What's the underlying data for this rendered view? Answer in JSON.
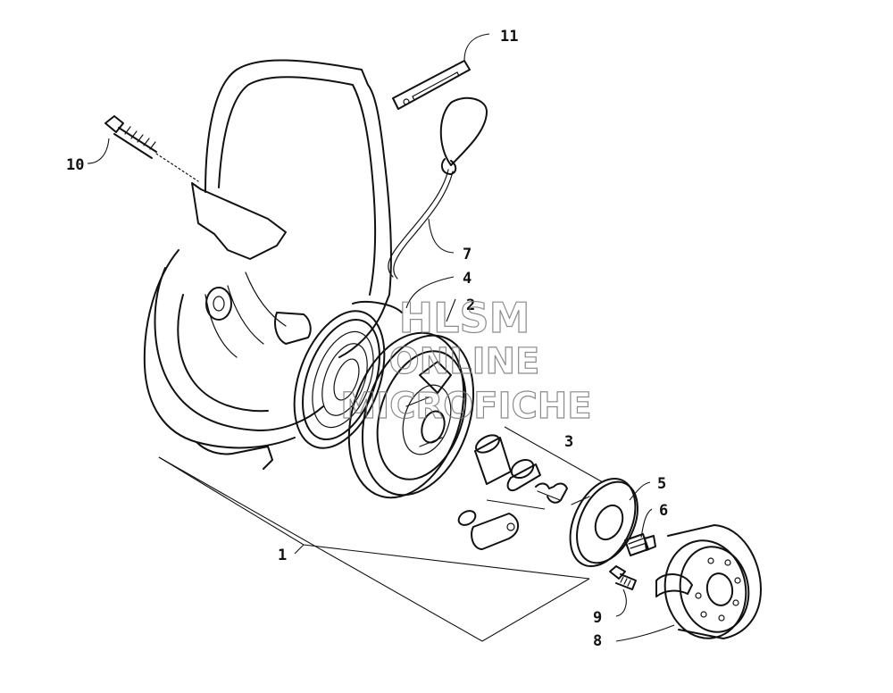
{
  "diagram": {
    "callouts": [
      {
        "id": "1",
        "label": "1"
      },
      {
        "id": "2",
        "label": "2"
      },
      {
        "id": "3",
        "label": "3"
      },
      {
        "id": "4",
        "label": "4"
      },
      {
        "id": "5",
        "label": "5"
      },
      {
        "id": "6",
        "label": "6"
      },
      {
        "id": "7",
        "label": "7"
      },
      {
        "id": "8",
        "label": "8"
      },
      {
        "id": "9",
        "label": "9"
      },
      {
        "id": "10",
        "label": "10"
      },
      {
        "id": "11",
        "label": "11"
      }
    ]
  },
  "watermark": {
    "line1": "HLSM",
    "line2": "ONLINE",
    "line3": "MICROFICHE"
  }
}
